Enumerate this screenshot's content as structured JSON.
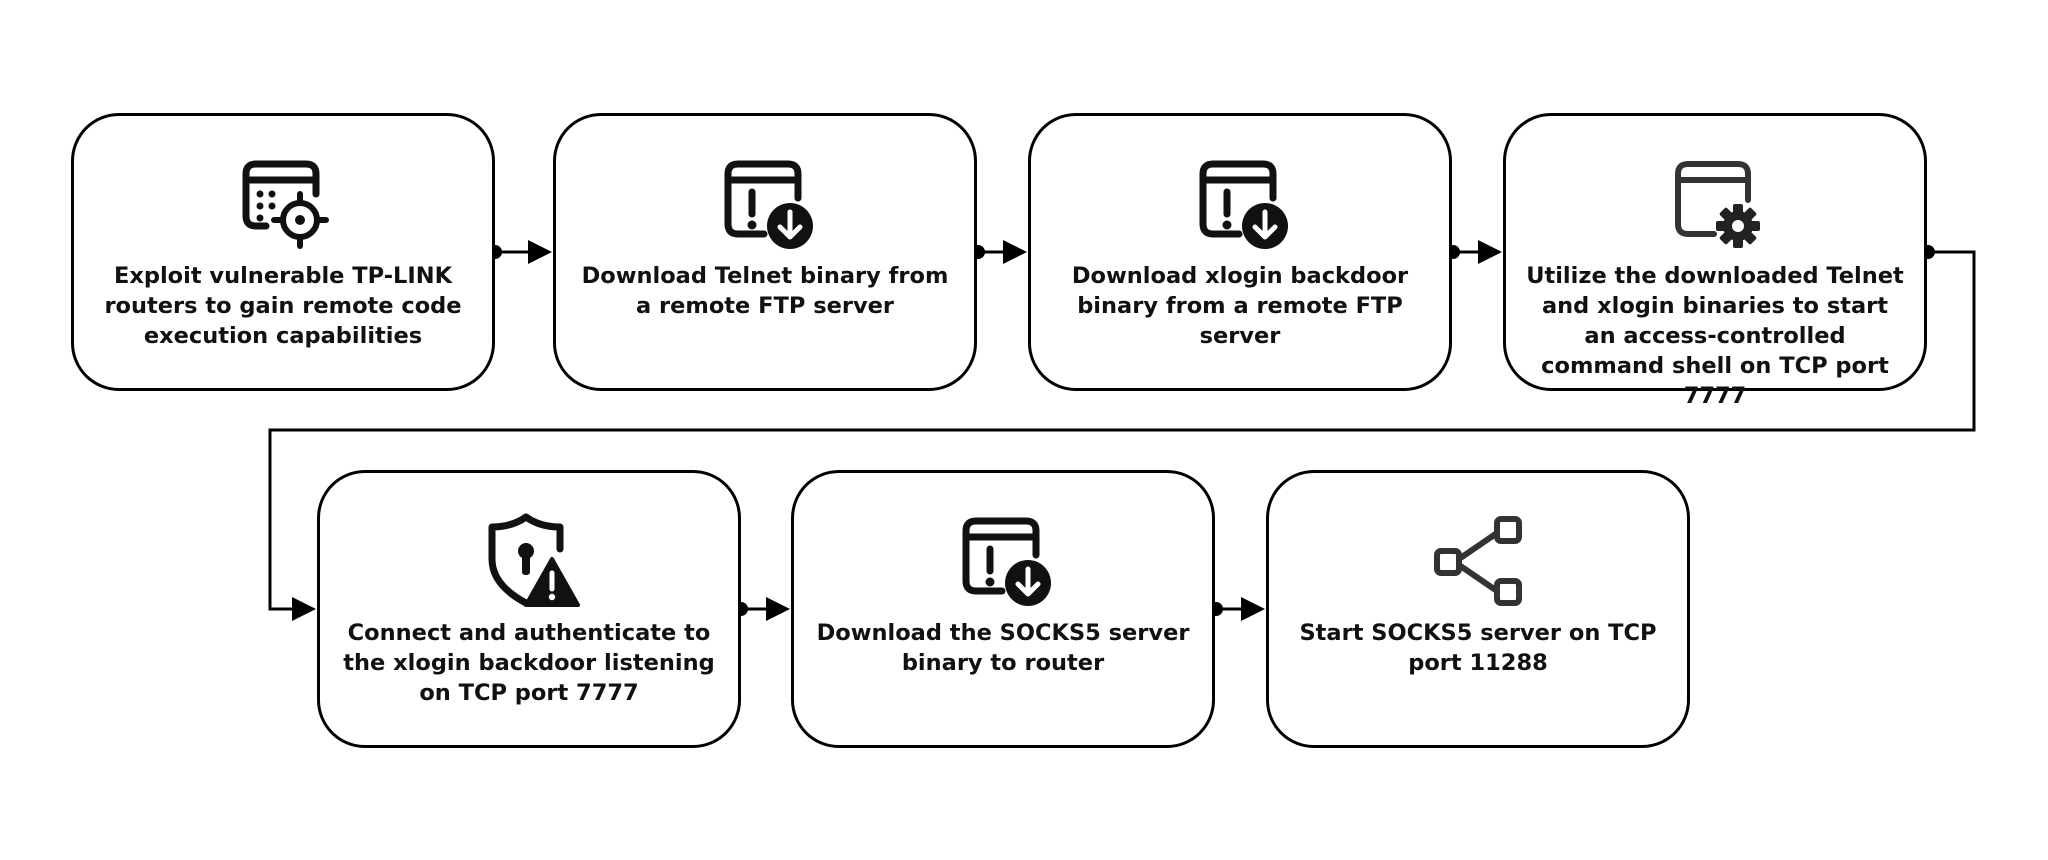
{
  "diagram": {
    "steps": [
      {
        "label": "Exploit vulnerable TP-LINK routers to gain remote code execution capabilities",
        "icon": "browser-target-icon"
      },
      {
        "label": "Download Telnet binary from a remote FTP server",
        "icon": "browser-download-icon"
      },
      {
        "label": "Download xlogin backdoor binary from a remote FTP server",
        "icon": "browser-download-icon"
      },
      {
        "label": "Utilize the downloaded Telnet and xlogin binaries to start an access-controlled command shell on TCP port 7777",
        "icon": "browser-gear-icon"
      },
      {
        "label": "Connect and authenticate to the xlogin backdoor listening on TCP port 7777",
        "icon": "shield-lock-warning-icon"
      },
      {
        "label": "Download the SOCKS5 server binary to router",
        "icon": "browser-download-icon"
      },
      {
        "label": "Start SOCKS5 server on TCP port 11288",
        "icon": "network-share-icon"
      }
    ],
    "colors": {
      "stroke": "#000000",
      "background": "#ffffff",
      "text": "#111111"
    }
  }
}
